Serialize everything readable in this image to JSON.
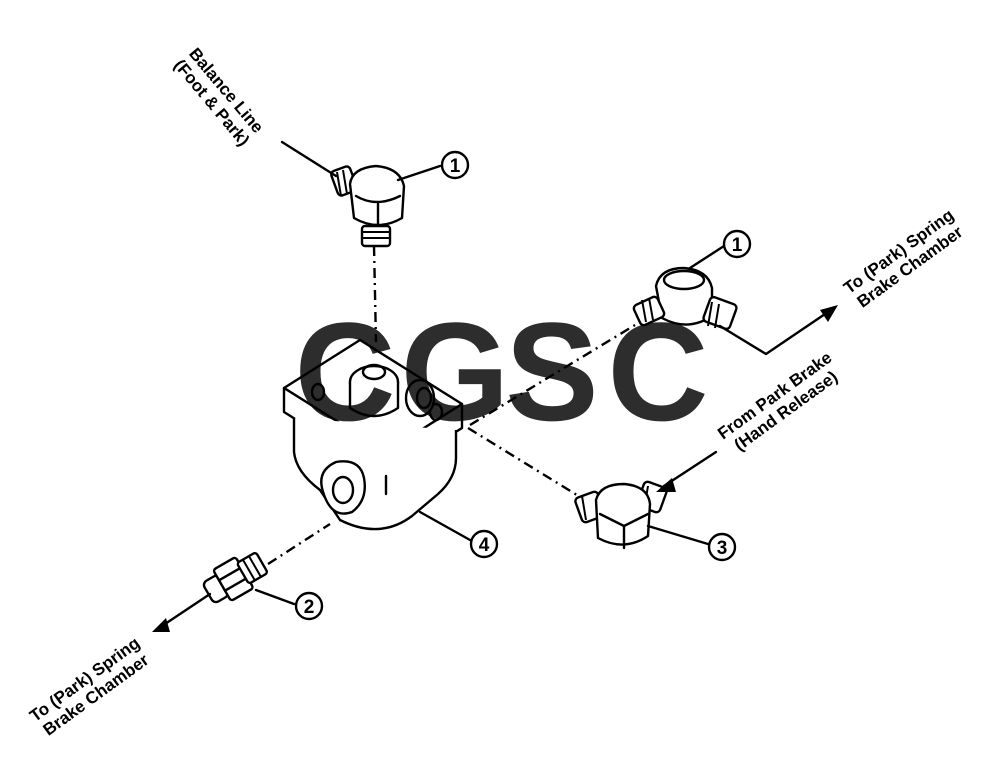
{
  "labels": {
    "balance_line_1": "Balance Line",
    "balance_line_2": "(Foot & Park)",
    "spring_right_1": "To (Park) Spring",
    "spring_right_2": "Brake Chamber",
    "from_park_1": "From Park Brake",
    "from_park_2": "(Hand Release)",
    "spring_left_1": "To (Park) Spring",
    "spring_left_2": "Brake Chamber"
  },
  "callouts": {
    "c1_top": "1",
    "c1_right": "1",
    "c2": "2",
    "c3": "3",
    "c4": "4"
  },
  "watermark": {
    "text": "CGSC",
    "colors": [
      "#4a86e8",
      "#e8837a",
      "#f6d66a",
      "#6cbf96"
    ]
  },
  "colors": {
    "ink": "#000000",
    "background": "#ffffff"
  }
}
